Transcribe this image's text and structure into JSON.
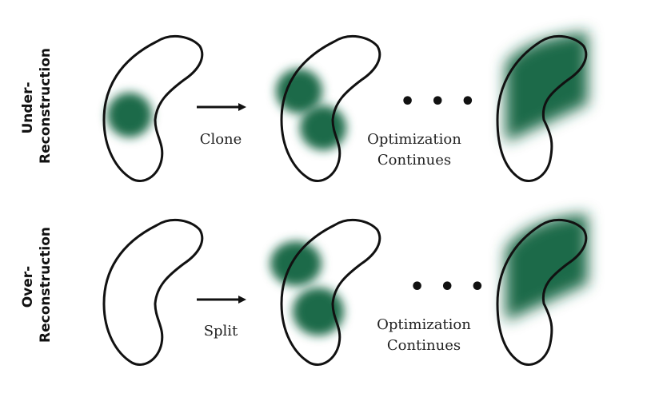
{
  "rows": [
    {
      "label_line1": "Under-",
      "label_line2": "Reconstruction",
      "operation": "Clone",
      "caption_line1": "Optimization",
      "caption_line2": "Continues",
      "ellipsis": "• • •"
    },
    {
      "label_line1": "Over-",
      "label_line2": "Reconstruction",
      "operation": "Split",
      "caption_line1": "Optimization",
      "caption_line2": "Continues",
      "ellipsis": "• • •"
    }
  ],
  "colors": {
    "gaussian": "#1e6b49",
    "outline": "#111111",
    "arrow": "#111111"
  }
}
